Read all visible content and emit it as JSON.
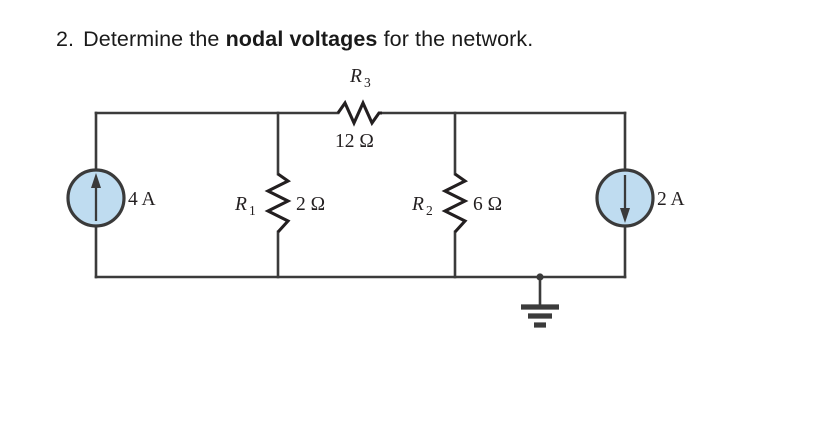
{
  "problem": {
    "number": "2.",
    "text_before": "Determine the ",
    "emphasis": "nodal voltages",
    "text_after": " for the network."
  },
  "circuit": {
    "title": "Two-node resistive network with two independent current sources",
    "colors": {
      "wire": "#3b3b3b",
      "component_outline": "#231f20",
      "source_fill": "#bfdcf0",
      "source_outline": "#3a3a3a",
      "background": "#ffffff",
      "text": "#231f20"
    },
    "sources": [
      {
        "id": "I1",
        "value": "4 A",
        "current_amps": 4,
        "direction": "up",
        "position": "left",
        "shape": "circle"
      },
      {
        "id": "I2",
        "value": "2 A",
        "current_amps": 2,
        "direction": "down",
        "position": "right",
        "shape": "circle"
      }
    ],
    "resistors": [
      {
        "id": "R1",
        "ref_letter": "R",
        "ref_subscript": "1",
        "value": "2 Ω",
        "ohms": 2,
        "orientation": "vertical",
        "branch": "left-node-shunt"
      },
      {
        "id": "R2",
        "ref_letter": "R",
        "ref_subscript": "2",
        "value": "6 Ω",
        "ohms": 6,
        "orientation": "vertical",
        "branch": "right-node-shunt"
      },
      {
        "id": "R3",
        "ref_letter": "R",
        "ref_subscript": "3",
        "value": "12 Ω",
        "ohms": 12,
        "orientation": "horizontal",
        "branch": "between-nodes"
      }
    ],
    "ground": {
      "symbol": "earth-ground",
      "bars": 3,
      "attached_to": "bottom-rail",
      "label": ""
    }
  }
}
